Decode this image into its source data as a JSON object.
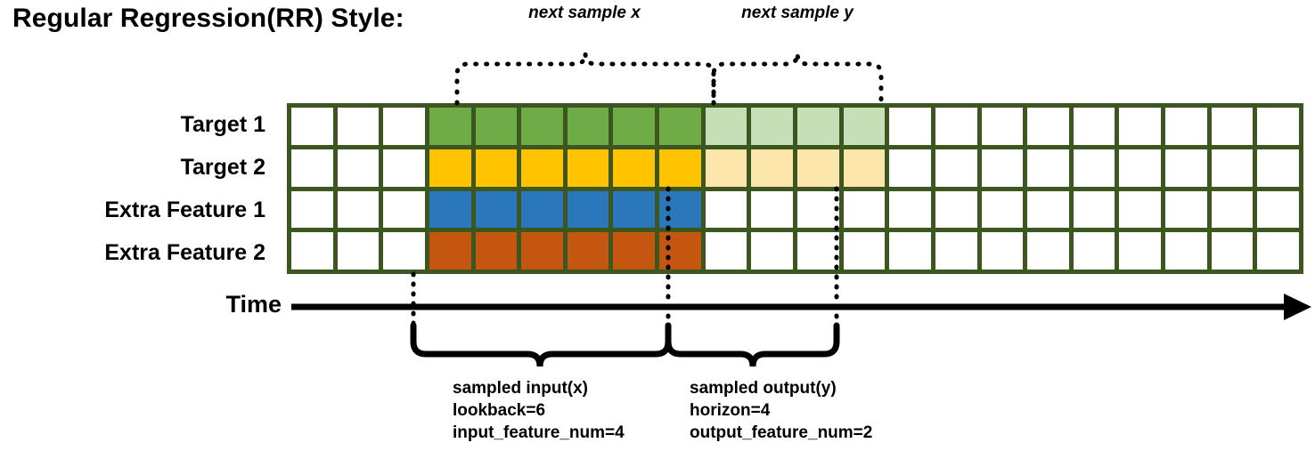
{
  "title": "Regular Regression(RR) Style:",
  "row_labels": [
    "Target 1",
    "Target 2",
    "Extra Feature 1",
    "Extra Feature 2"
  ],
  "top_braces": [
    {
      "label": "next sample x"
    },
    {
      "label": "next sample y"
    }
  ],
  "axis": {
    "label": "Time"
  },
  "captions": {
    "input": {
      "line1": "sampled input(x)",
      "line2": "lookback=6",
      "line3": "input_feature_num=4"
    },
    "output": {
      "line1": "sampled output(y)",
      "line2": "horizon=4",
      "line3": "output_feature_num=2"
    }
  },
  "colors": {
    "grid_border": "#3c5620",
    "empty": "#ffffff",
    "target1": "#6fac45",
    "target2": "#ffc300",
    "extra1": "#2b77bc",
    "extra2": "#c4560f",
    "target1_faded": "#c6dfb6",
    "target2_faded": "#fce5ab",
    "line": "#000000"
  },
  "grid": {
    "columns": 22,
    "rows": 4,
    "lookback_start_col": 4,
    "lookback_end_col": 9,
    "horizon_start_col": 10,
    "horizon_end_col": 13,
    "row_fills": [
      [
        "#ffffff",
        "#ffffff",
        "#ffffff",
        "#6fac45",
        "#6fac45",
        "#6fac45",
        "#6fac45",
        "#6fac45",
        "#6fac45",
        "#c6dfb6",
        "#c6dfb6",
        "#c6dfb6",
        "#c6dfb6",
        "#ffffff",
        "#ffffff",
        "#ffffff",
        "#ffffff",
        "#ffffff",
        "#ffffff",
        "#ffffff",
        "#ffffff",
        "#ffffff"
      ],
      [
        "#ffffff",
        "#ffffff",
        "#ffffff",
        "#ffc300",
        "#ffc300",
        "#ffc300",
        "#ffc300",
        "#ffc300",
        "#ffc300",
        "#fce5ab",
        "#fce5ab",
        "#fce5ab",
        "#fce5ab",
        "#ffffff",
        "#ffffff",
        "#ffffff",
        "#ffffff",
        "#ffffff",
        "#ffffff",
        "#ffffff",
        "#ffffff",
        "#ffffff"
      ],
      [
        "#ffffff",
        "#ffffff",
        "#ffffff",
        "#2b77bc",
        "#2b77bc",
        "#2b77bc",
        "#2b77bc",
        "#2b77bc",
        "#2b77bc",
        "#ffffff",
        "#ffffff",
        "#ffffff",
        "#ffffff",
        "#ffffff",
        "#ffffff",
        "#ffffff",
        "#ffffff",
        "#ffffff",
        "#ffffff",
        "#ffffff",
        "#ffffff",
        "#ffffff"
      ],
      [
        "#ffffff",
        "#ffffff",
        "#ffffff",
        "#c4560f",
        "#c4560f",
        "#c4560f",
        "#c4560f",
        "#c4560f",
        "#c4560f",
        "#ffffff",
        "#ffffff",
        "#ffffff",
        "#ffffff",
        "#ffffff",
        "#ffffff",
        "#ffffff",
        "#ffffff",
        "#ffffff",
        "#ffffff",
        "#ffffff",
        "#ffffff",
        "#ffffff"
      ]
    ]
  }
}
